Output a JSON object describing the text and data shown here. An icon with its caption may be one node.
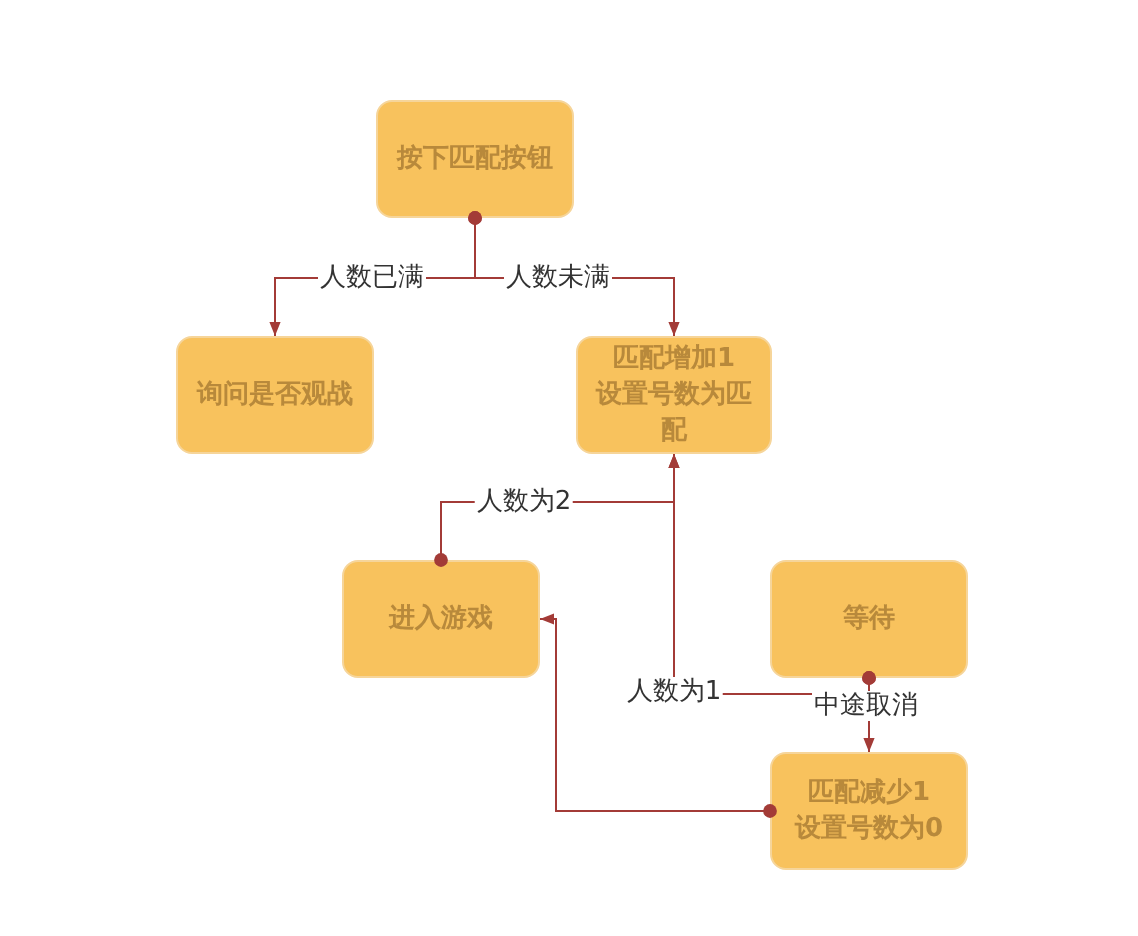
{
  "diagram": {
    "nodes": [
      {
        "text": [
          "按下匹配按钮"
        ]
      },
      {
        "text": [
          "询问是否观战"
        ]
      },
      {
        "text": [
          "匹配增加1",
          "设置号数为匹配"
        ]
      },
      {
        "text": [
          "进入游戏"
        ]
      },
      {
        "text": [
          "等待"
        ]
      },
      {
        "text": [
          "匹配减少1",
          "设置号数为0"
        ]
      }
    ],
    "edges": [
      {
        "from": 0,
        "to": 1,
        "arrow": "to",
        "label": "人数已满"
      },
      {
        "from": 0,
        "to": 2,
        "arrow": "to",
        "label": "人数未满"
      },
      {
        "from": 3,
        "to": 2,
        "arrow": "to",
        "label": "人数为2"
      },
      {
        "from": 4,
        "to": 2,
        "arrow": "to",
        "label": "人数为1"
      },
      {
        "from": 4,
        "to": 5,
        "arrow": "to",
        "label": "中途取消"
      },
      {
        "from": 5,
        "to": 3,
        "arrow": "to"
      }
    ]
  }
}
